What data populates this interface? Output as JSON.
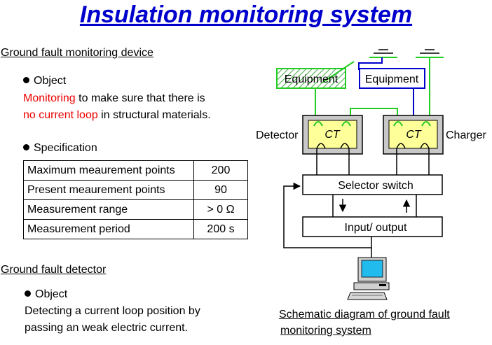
{
  "title": "Insulation monitoring system",
  "device": {
    "heading": "Ground fault monitoring device",
    "object_label": "Object",
    "object_text": {
      "red1": "Monitoring",
      "black1": " to make sure that there is",
      "red2": "no current loop",
      "black2": " in structural materials."
    },
    "spec_label": "Specification",
    "spec_rows": [
      {
        "label": "Maximum meaurement points",
        "value": "200"
      },
      {
        "label": "Present meaurement points",
        "value": "90"
      },
      {
        "label": "Measurement range",
        "value": "> 0 Ω"
      },
      {
        "label": "Measurement period",
        "value": "200 s"
      }
    ]
  },
  "detector": {
    "heading": "Ground fault detector",
    "object_label": "Object",
    "line1": "Detecting a current loop position by",
    "line2": "passing an weak electric current."
  },
  "schematic": {
    "equipment_left": "Equipment",
    "equipment_right": "Equipment",
    "detector_label": "Detector",
    "charger_label": "Charger",
    "ct_left": "CT",
    "ct_right": "CT",
    "selector": "Selector switch",
    "io": "Input/ output",
    "caption_line1": "Schematic diagram of ground fault",
    "caption_line2": "monitoring system",
    "colors": {
      "green": "#22cc22",
      "blue": "#0000cc",
      "title_blue": "#0000cc",
      "red": "#ee0000",
      "box_gray": "#c8c8c8",
      "hatch": "#44aa44"
    }
  }
}
